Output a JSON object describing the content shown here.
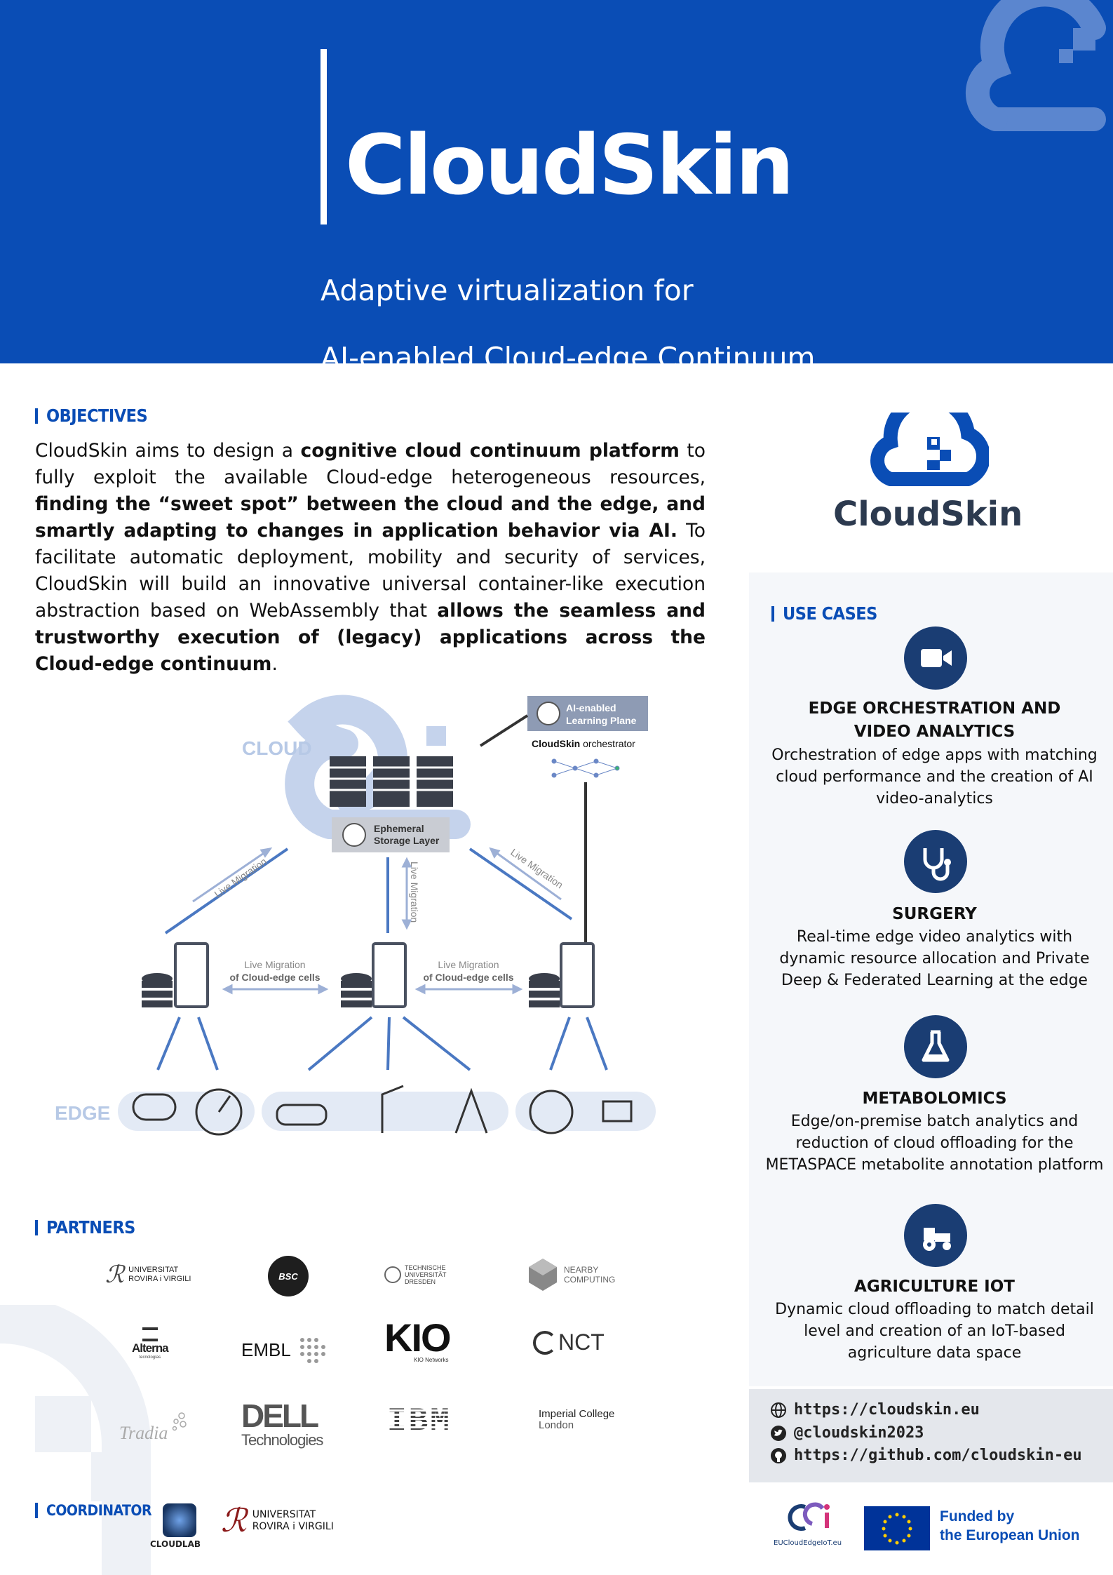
{
  "header": {
    "title": "CloudSkin",
    "subtitle_line1": "Adaptive virtualization for",
    "subtitle_line2": "AI-enabled Cloud-edge Continuum"
  },
  "objectives": {
    "heading": "OBJECTIVES",
    "p1": "CloudSkin aims to design a ",
    "b1": "cognitive cloud continuum platform",
    "p2": " to fully exploit the available Cloud-edge heterogeneous resources, ",
    "b2": "finding the “sweet spot” between the cloud and the edge, and smartly adapting to changes in application behavior via AI.",
    "p3": " To facilitate automatic deployment, mobility and security of services, CloudSkin will build an innovative universal container-like execution abstraction based on WebAssembly that ",
    "b3": "allows the seamless and trustworthy execution of (legacy) applications across the Cloud-edge continuum",
    "p4": "."
  },
  "diagram": {
    "cloud_label": "CLOUD",
    "edge_label": "EDGE",
    "ai_plane_line1": "AI-enabled",
    "ai_plane_line2": "Learning Plane",
    "orchestrator_bold": "CloudSkin",
    "orchestrator_rest": " orchestrator",
    "storage_line1": "Ephemeral",
    "storage_line2": "Storage Layer",
    "live_migration": "Live Migration",
    "cells_line1": "Live Migration",
    "cells_line2": "of Cloud-edge cells"
  },
  "logo_big": {
    "text": "CloudSkin"
  },
  "use_cases": {
    "heading": "USE CASES",
    "items": [
      {
        "icon": "video-camera-icon",
        "title": "EDGE ORCHESTRATION AND\nVIDEO ANALYTICS",
        "desc": "Orchestration of edge apps with matching cloud performance and the creation of AI video-analytics"
      },
      {
        "icon": "stethoscope-icon",
        "title": "SURGERY",
        "desc": "Real-time edge video analytics with dynamic resource allocation and Private Deep & Federated Learning at the edge"
      },
      {
        "icon": "flask-icon",
        "title": "METABOLOMICS",
        "desc": "Edge/on-premise batch analytics and reduction of cloud offloading for the METASPACE metabolite annotation platform"
      },
      {
        "icon": "tractor-icon",
        "title": "AGRICULTURE IOT",
        "desc": "Dynamic cloud offloading to match detail level and creation of an IoT-based agriculture data space"
      }
    ]
  },
  "links": {
    "web": "https://cloudskin.eu",
    "twitter": "@cloudskin2023",
    "github": "https://github.com/cloudskin-eu"
  },
  "partners": {
    "heading": "PARTNERS",
    "urv_line1": "UNIVERSITAT",
    "urv_line2": "ROVIRA i VIRGILI",
    "bsc": "BSC",
    "tud_line1": "TECHNISCHE",
    "tud_line2": "UNIVERSITÄT",
    "tud_line3": "DRESDEN",
    "nearby_line1": "NEARBY",
    "nearby_line2": "COMPUTING",
    "alterna": "Alterna",
    "alterna_sub": "tecnologías",
    "embl": "EMBL",
    "kio": "KIO",
    "kio_sub": "KIO Networks",
    "nct": "NCT",
    "tradia": "Tradia",
    "dell": "DELL",
    "dell_sub": "Technologies",
    "ibm": "IBM",
    "imperial_line1": "Imperial College",
    "imperial_line2": "London"
  },
  "coordinator": {
    "heading": "COORDINATOR",
    "cloudlab": "CLOUDLAB",
    "urv_line1": "UNIVERSITAT",
    "urv_line2": "ROVIRA i VIRGILI"
  },
  "footer": {
    "eucei": "EUCloudEdgeIoT.eu",
    "funded_line1": "Funded by",
    "funded_line2": "the European Union"
  },
  "colors": {
    "brand_blue": "#0a4db5",
    "dark_navy": "#1a3d73",
    "diagram_blue": "#4a78c2",
    "light_blue": "#b7c9e6"
  }
}
